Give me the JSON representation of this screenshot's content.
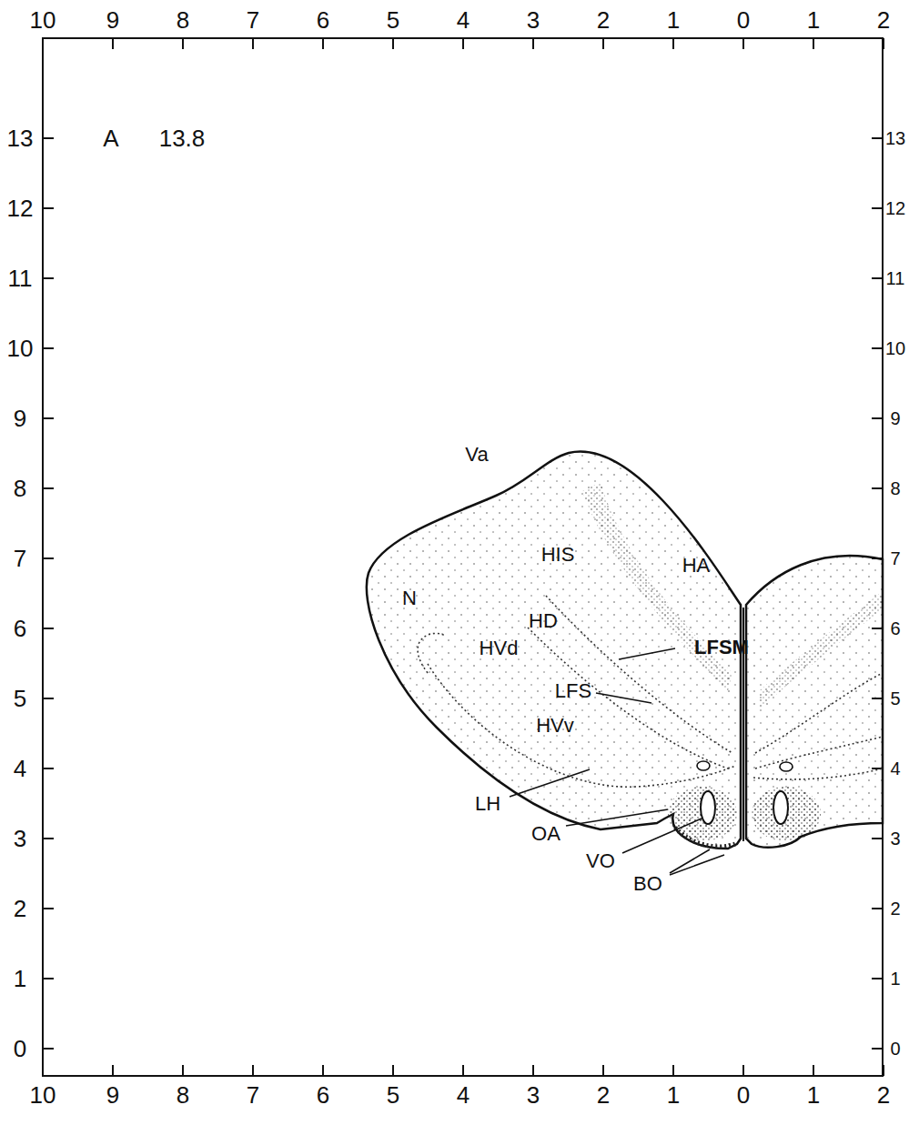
{
  "diagram": {
    "labels": [
      "A",
      "13.8",
      "10",
      "9",
      "8",
      "7",
      "6",
      "5",
      "4",
      "3",
      "2",
      "1",
      "0",
      "1",
      "2",
      "10",
      "9",
      "8",
      "7",
      "6",
      "5",
      "4",
      "3",
      "2",
      "1",
      "0",
      "1",
      "2",
      "13",
      "12",
      "11",
      "10",
      "9",
      "8",
      "7",
      "6",
      "5",
      "4",
      "3",
      "2",
      "1",
      "0",
      "13",
      "12",
      "11",
      "10",
      "9",
      "8",
      "7",
      "6",
      "5",
      "4",
      "3",
      "2",
      "1",
      "0",
      "Va",
      "HIS",
      "HA",
      "N",
      "HD",
      "LFSM",
      "HVd",
      "LFS",
      "HVv",
      "LH",
      "OA",
      "VO",
      "BO"
    ]
  }
}
